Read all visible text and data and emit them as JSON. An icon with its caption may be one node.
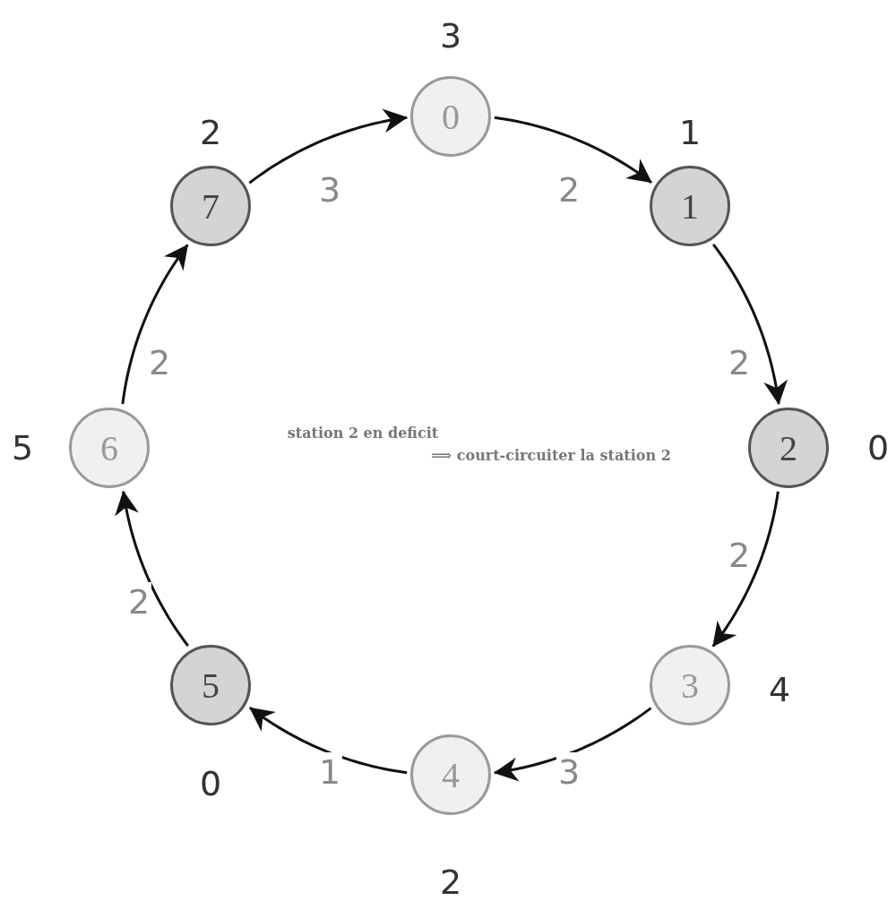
{
  "diagram": {
    "nodes": [
      {
        "text": [
          "0"
        ],
        "beside": [
          "3"
        ]
      },
      {
        "text": [
          "1"
        ],
        "beside": [
          "1"
        ]
      },
      {
        "text": [
          "2"
        ],
        "beside": [
          "0"
        ]
      },
      {
        "text": [
          "3"
        ],
        "beside": [
          "4"
        ]
      },
      {
        "text": [
          "4"
        ],
        "beside": [
          "2"
        ]
      },
      {
        "text": [
          "5"
        ],
        "beside": [
          "0"
        ]
      },
      {
        "text": [
          "6"
        ],
        "beside": [
          "5"
        ]
      },
      {
        "text": [
          "7"
        ],
        "beside": [
          "2"
        ]
      }
    ],
    "edges": [
      {
        "from": 0,
        "to": 1,
        "arrow": "to",
        "label": "2"
      },
      {
        "from": 1,
        "to": 2,
        "arrow": "to",
        "label": "2"
      },
      {
        "from": 2,
        "to": 3,
        "arrow": "to",
        "label": "2"
      },
      {
        "from": 3,
        "to": 4,
        "arrow": "to",
        "label": "3"
      },
      {
        "from": 4,
        "to": 5,
        "arrow": "to",
        "label": "1"
      },
      {
        "from": 5,
        "to": 6,
        "arrow": "to",
        "label": "2"
      },
      {
        "from": 6,
        "to": 7,
        "arrow": "to",
        "label": "2"
      },
      {
        "from": 7,
        "to": 0,
        "arrow": "to",
        "label": "3"
      }
    ],
    "labels": [
      "station 2 en deficit",
      "⟹ court-circuiter la station 2"
    ]
  }
}
